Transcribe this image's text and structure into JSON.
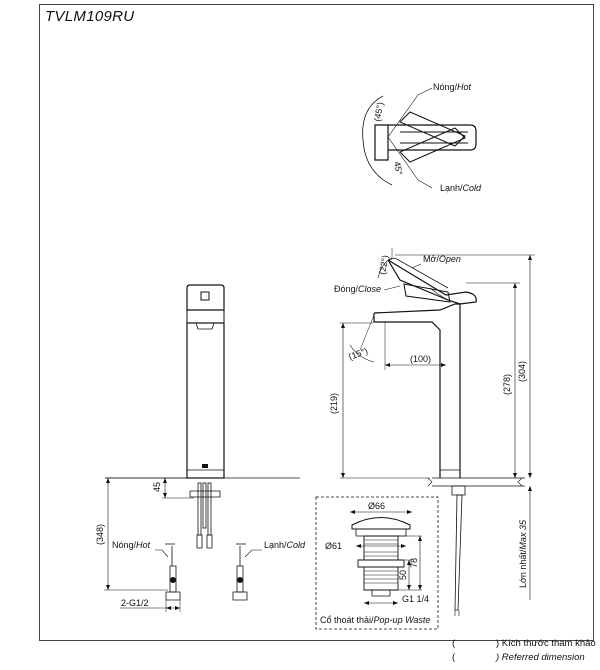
{
  "model": "TVLM109RU",
  "top_view": {
    "hot": "Nóng/",
    "hot_en": "Hot",
    "cold": "Lạnh/",
    "cold_en": "Cold",
    "angle_up": "(45°)",
    "angle_down": "45°"
  },
  "side_view": {
    "open": "Mở/",
    "open_en": "Open",
    "close": "Đóng/",
    "close_en": "Close",
    "angle_lever": "(22°)",
    "angle_spout": "(15°)",
    "dim_spout": "(100)",
    "dim_219": "(219)",
    "dim_278": "(278)",
    "dim_304": "(304)",
    "max_label": "Lớn nhất/",
    "max_label_en": "Max 35"
  },
  "front_view": {
    "dim_45": "45",
    "dim_348": "(348)",
    "hot": "Nóng/",
    "hot_en": "Hot",
    "cold": "Lạnh/",
    "cold_en": "Cold",
    "thread": "2-G1/2"
  },
  "waste": {
    "d66": "Ø66",
    "d61": "Ø61",
    "h50": "50",
    "h78": "78",
    "thread": "G1 1/4",
    "label": "Cổ thoát thải/",
    "label_en": "Pop-up Waste"
  },
  "legend": {
    "open_paren": "(",
    "close_vn": ") Kích thước tham khảo",
    "close_en": ") Referred dimension"
  }
}
